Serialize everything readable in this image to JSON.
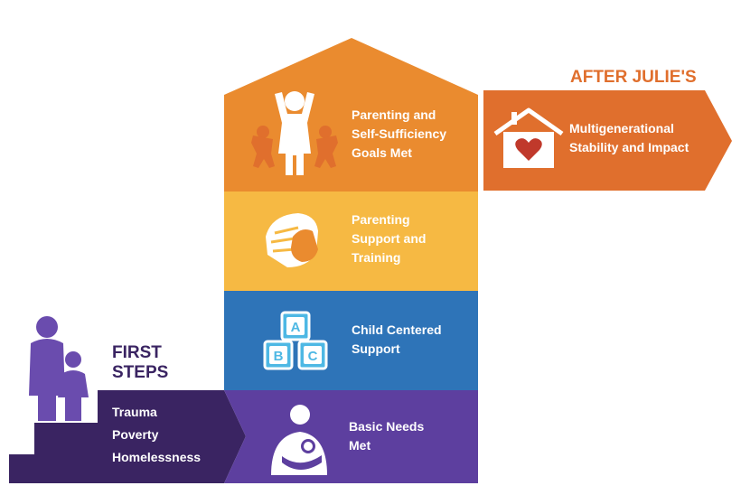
{
  "colors": {
    "orange": "#ea8b2f",
    "yellow": "#f6b943",
    "blue": "#2e74b8",
    "purple": "#5d3f9f",
    "dark_purple": "#3a2462",
    "after_orange": "#e06f2d",
    "figure_purple": "#6a4cae",
    "heart_red": "#c0392b",
    "block_blue": "#4eb8e4"
  },
  "first_steps": {
    "heading": "FIRST\nSTEPS",
    "items": [
      "Trauma",
      "Poverty",
      "Homelessness"
    ],
    "icon": "mother-child-icon"
  },
  "after": {
    "heading": "AFTER JULIE'S",
    "label": "Multigenerational\nStability and Impact",
    "icon": "house-heart-icon"
  },
  "levels": [
    {
      "id": "basic-needs",
      "label": "Basic Needs\nMet",
      "icon": "breastfeeding-icon"
    },
    {
      "id": "child-centered",
      "label": "Child Centered\nSupport",
      "icon": "abc-blocks-icon",
      "blocks": [
        "A",
        "B",
        "C"
      ]
    },
    {
      "id": "parenting-support",
      "label": "Parenting\nSupport and\nTraining",
      "icon": "hands-icon"
    },
    {
      "id": "goals-met",
      "label": "Parenting and\nSelf-Sufficiency\nGoals Met",
      "icon": "celebrating-family-icon"
    }
  ]
}
